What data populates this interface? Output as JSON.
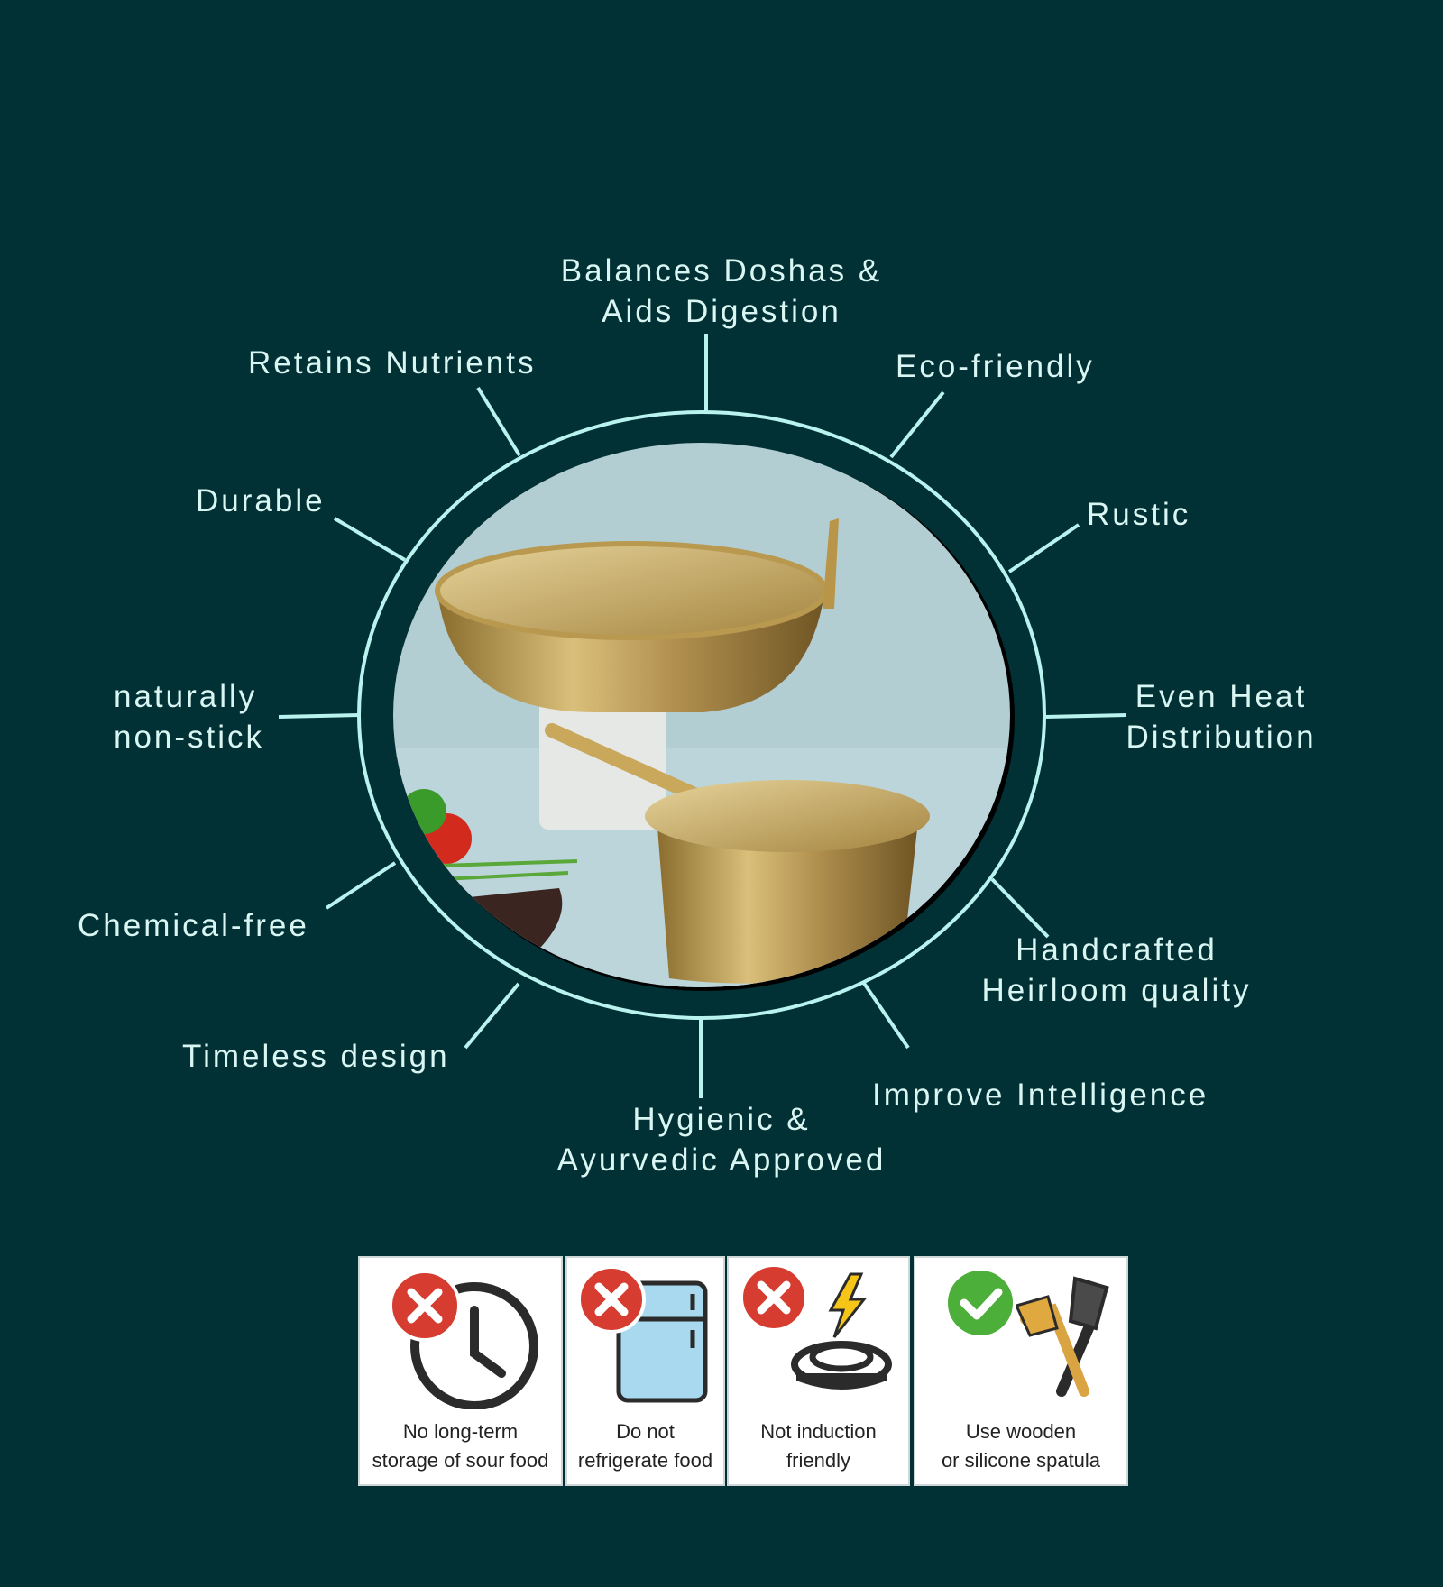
{
  "benefits": {
    "top": [
      "Balances Doshas &",
      "Aids Digestion"
    ],
    "retains": "Retains Nutrients",
    "eco": "Eco-friendly",
    "durable": "Durable",
    "rustic": "Rustic",
    "nonstick": [
      "naturally",
      "non-stick"
    ],
    "even_heat": [
      "Even Heat",
      "Distribution"
    ],
    "chemical": "Chemical-free",
    "handcrafted": [
      "Handcrafted",
      "Heirloom quality"
    ],
    "timeless": "Timeless design",
    "intelligence": "Improve Intelligence",
    "hygienic": [
      "Hygienic &",
      "Ayurvedic Approved"
    ]
  },
  "care": [
    {
      "icon": "clock-icon",
      "status": "no",
      "lines": [
        "No long-term",
        "storage of sour food"
      ]
    },
    {
      "icon": "refrigerator-icon",
      "status": "no",
      "lines": [
        "Do not",
        "refrigerate food"
      ]
    },
    {
      "icon": "induction-icon",
      "status": "no",
      "lines": [
        "Not induction",
        "friendly"
      ]
    },
    {
      "icon": "spatula-icon",
      "status": "yes",
      "lines": [
        "Use wooden",
        "or silicone spatula"
      ]
    }
  ],
  "colors": {
    "background": "#023135",
    "accent": "#b9f3f0",
    "no": "#d63c2f",
    "yes": "#4caf3a"
  }
}
